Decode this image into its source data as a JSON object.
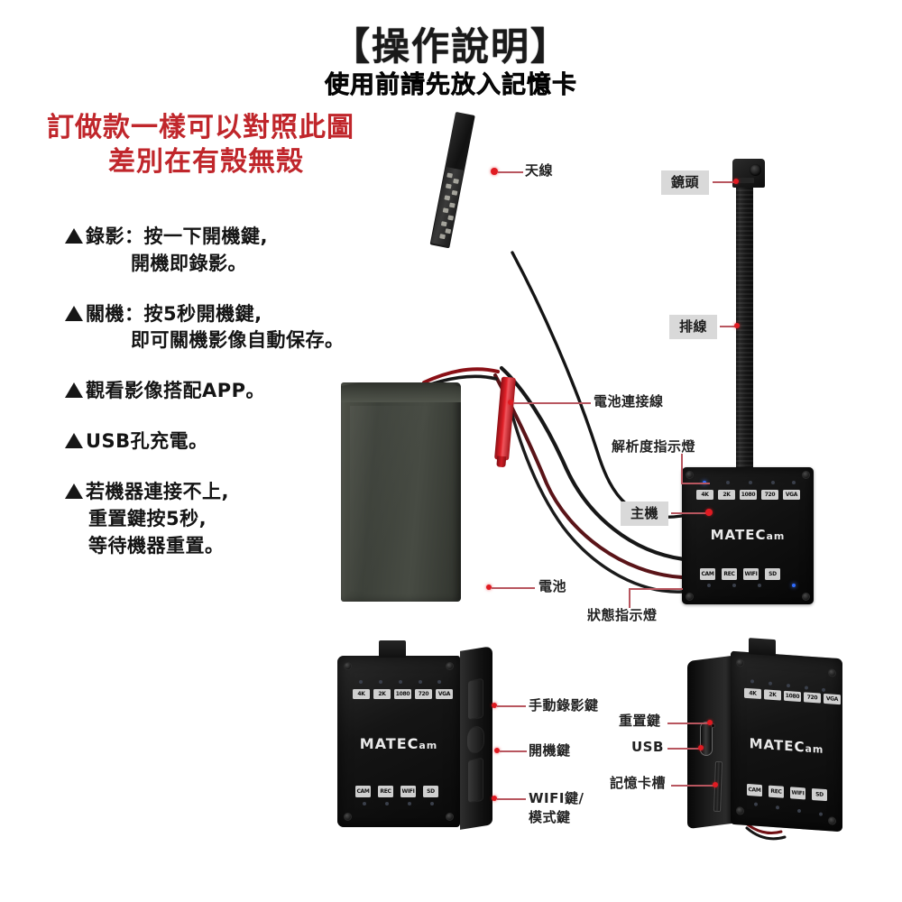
{
  "header": {
    "title": "【操作說明】",
    "subtitle": "使用前請先放入記憶卡",
    "red_note_line1": "訂做款一樣可以對照此圖",
    "red_note_line2": "差別在有殼無殼",
    "red_color": "#c0262b"
  },
  "instructions": [
    {
      "bullet": "▲",
      "line1": "錄影：按一下開機鍵,",
      "line2": "開機即錄影。"
    },
    {
      "bullet": "▲",
      "line1": "關機：按5秒開機鍵,",
      "line2": "即可關機影像自動保存。"
    },
    {
      "bullet": "▲",
      "line1": "觀看影像搭配APP。",
      "line2": ""
    },
    {
      "bullet": "▲",
      "line1": "USB孔充電。",
      "line2": ""
    },
    {
      "bullet": "▲",
      "line1": "若機器連接不上,",
      "line2": "重置鍵按5秒,",
      "line3": "等待機器重置。"
    }
  ],
  "callouts": {
    "antenna": {
      "label": "天線",
      "boxed": false
    },
    "lens": {
      "label": "鏡頭",
      "boxed": true
    },
    "ribbon_cable": {
      "label": "排線",
      "boxed": true
    },
    "battery_wire": {
      "label": "電池連接線",
      "boxed": false
    },
    "resolution_led": {
      "label": "解析度指示燈",
      "boxed": false
    },
    "main_unit": {
      "label": "主機",
      "boxed": true
    },
    "battery": {
      "label": "電池",
      "boxed": false
    },
    "status_led": {
      "label": "狀態指示燈",
      "boxed": false
    },
    "manual_record": {
      "label": "手動錄影鍵",
      "boxed": false
    },
    "power_button": {
      "label": "開機鍵",
      "boxed": false
    },
    "wifi_button_l1": {
      "label": "WIFI鍵/",
      "boxed": false
    },
    "wifi_button_l2": {
      "label": "模式鍵",
      "boxed": false
    },
    "reset_button": {
      "label": "重置鍵",
      "boxed": false
    },
    "usb": {
      "label": "USB",
      "boxed": false
    },
    "sd_slot": {
      "label": "記憶卡槽",
      "boxed": false
    }
  },
  "device": {
    "brand_mate": "MATE",
    "brand_c": "C",
    "brand_am": "am",
    "resolution_icons": [
      "4K",
      "2K",
      "1080",
      "720",
      "VGA"
    ],
    "status_icons": [
      "CAM",
      "REC",
      "WIFI",
      "SD"
    ]
  },
  "colors": {
    "leader_line": "#b8565f",
    "dot": "#e01b22",
    "label_box_bg": "#d9d9d9",
    "body_text": "#141414",
    "device_black": "#121212",
    "battery_green": "#474b43",
    "connector_red": "#e02028",
    "led_blue": "#2f6bff"
  }
}
